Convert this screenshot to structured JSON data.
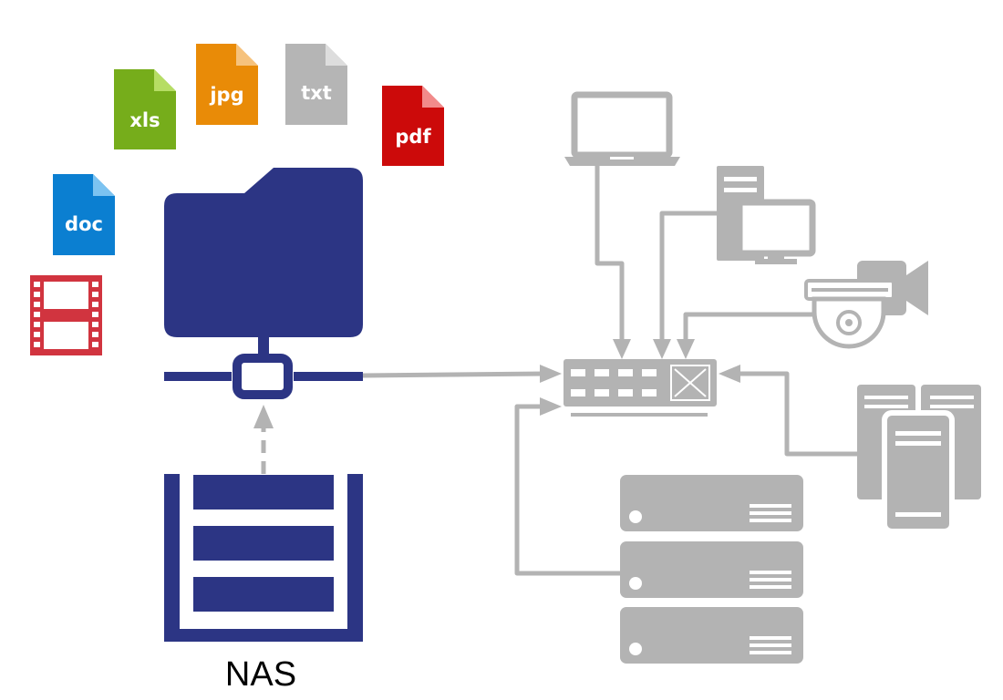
{
  "colors": {
    "primary": "#2c3584",
    "gray": "#b3b3b3",
    "xls": "#76ad1b",
    "jpg": "#e98b07",
    "txt": "#b5b5b5",
    "pdf": "#cc0a0a",
    "doc": "#0b7fd1",
    "film": "#d1343f"
  },
  "file_icons": {
    "doc": "doc",
    "xls": "xls",
    "jpg": "jpg",
    "txt": "txt",
    "pdf": "pdf"
  },
  "storage": {
    "label": "NAS"
  },
  "icons": [
    "film-icon",
    "folder-icon",
    "laptop-icon",
    "desktop-computer-icon",
    "security-camera-icon",
    "network-switch-icon",
    "server-rack-icon",
    "tower-servers-icon"
  ]
}
